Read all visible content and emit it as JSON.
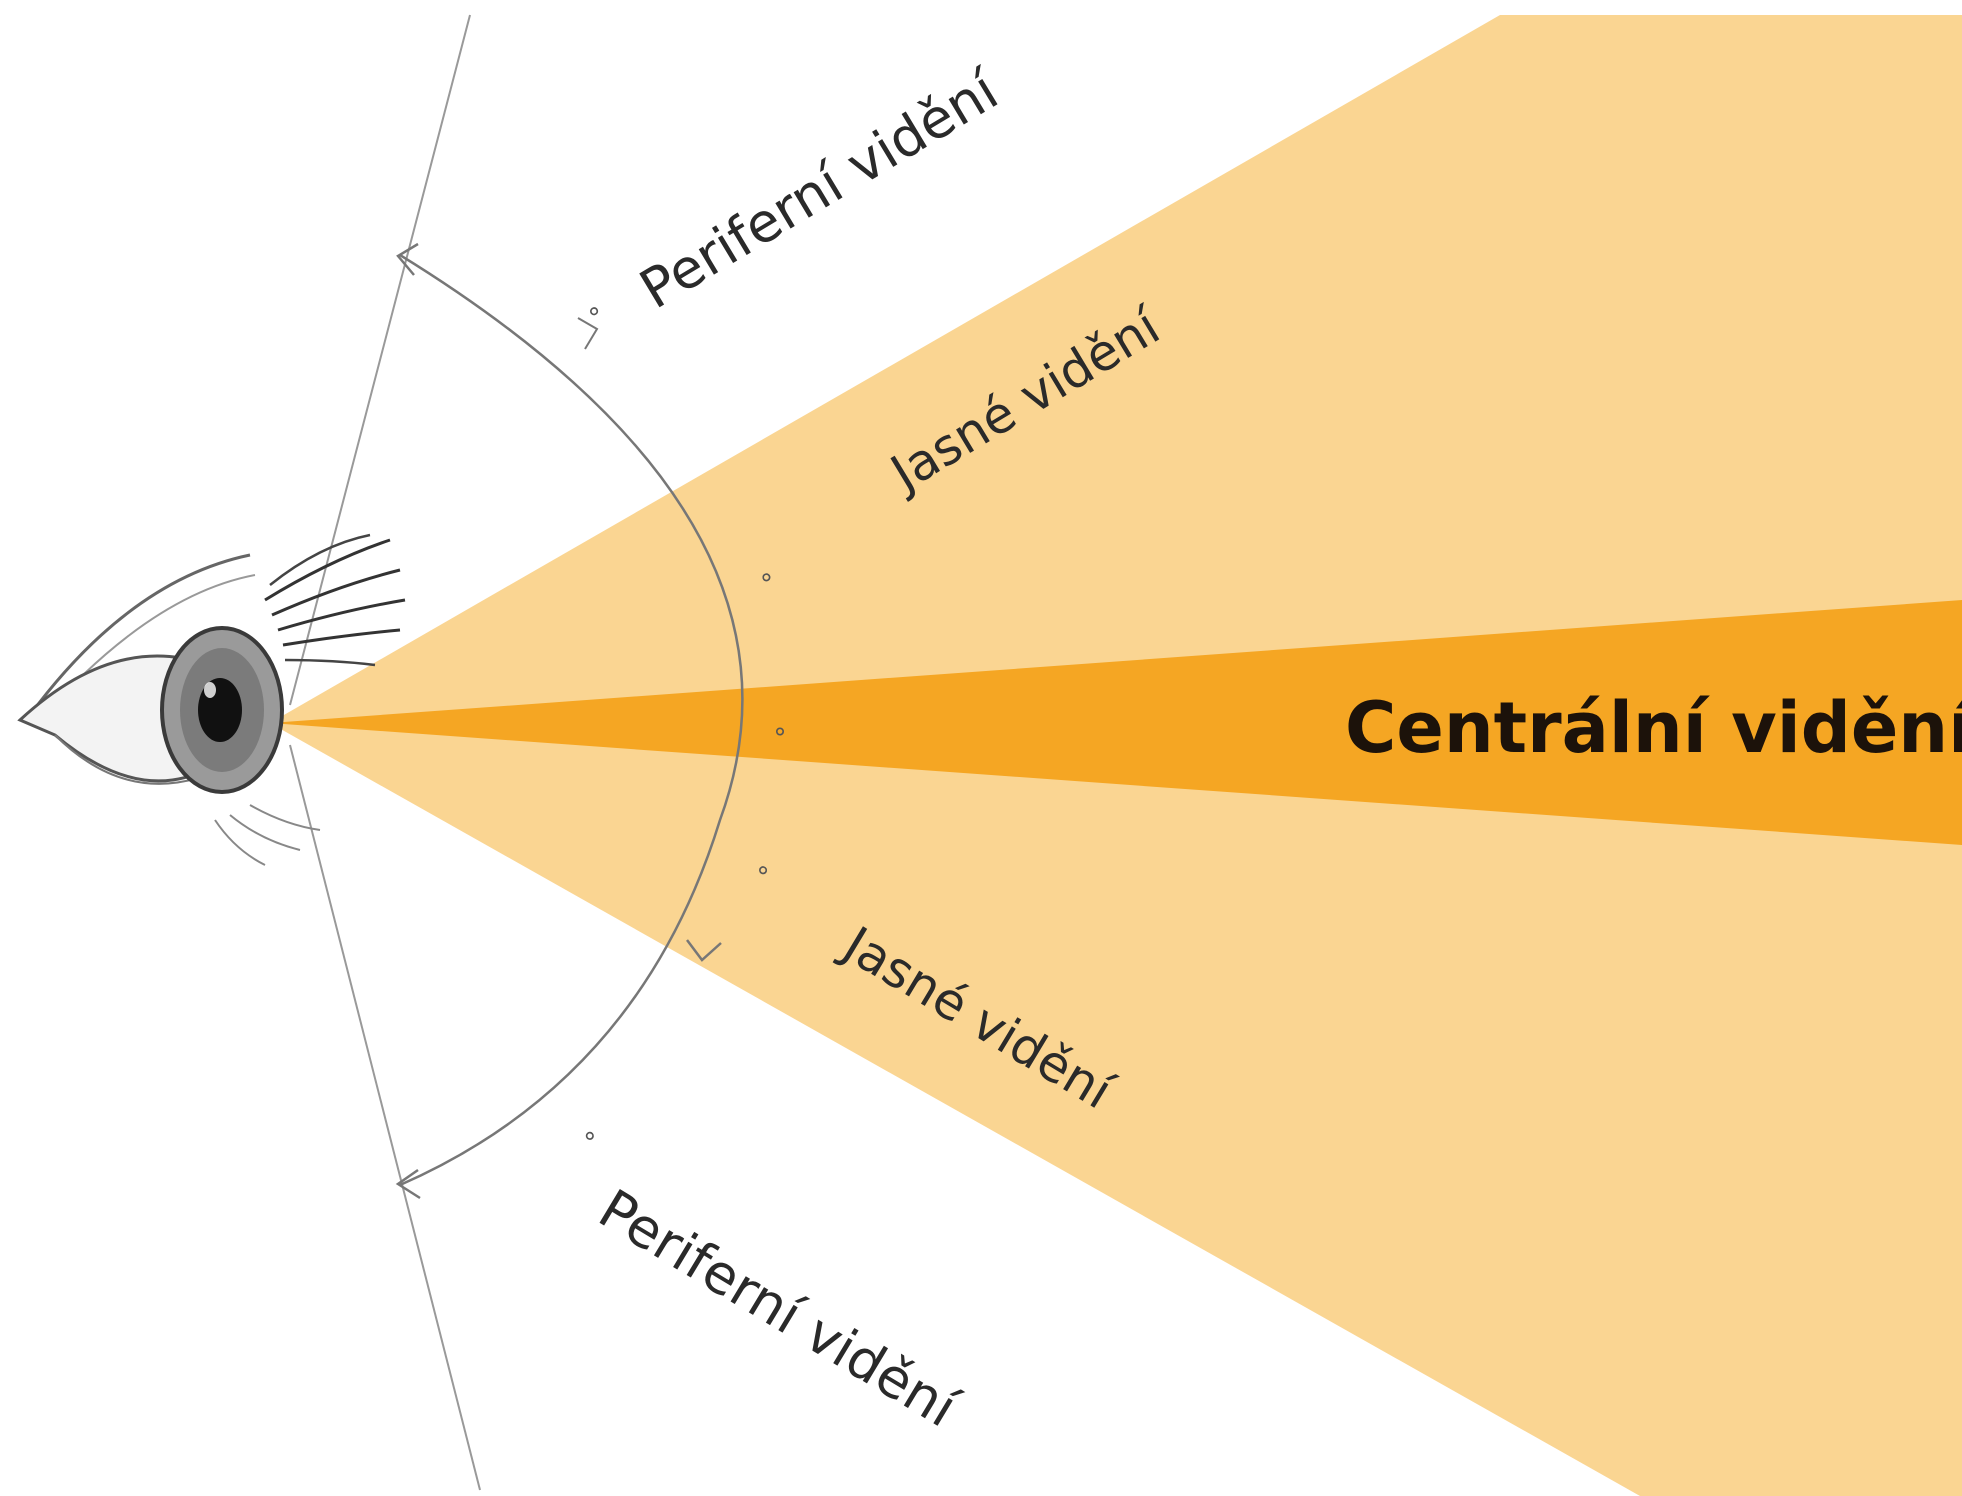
{
  "labels": {
    "peripheral_top": "Periferní vidění",
    "clear_top": "Jasné vidění",
    "central": "Centrální vidění",
    "clear_bottom": "Jasné vidění",
    "peripheral_bottom": "Periferní vidění"
  },
  "colors": {
    "clear_zone": "#FAD592",
    "central_zone": "#F5A623",
    "text": "#2a2a2a",
    "central_text": "#1c120a",
    "lines": "#888888"
  }
}
